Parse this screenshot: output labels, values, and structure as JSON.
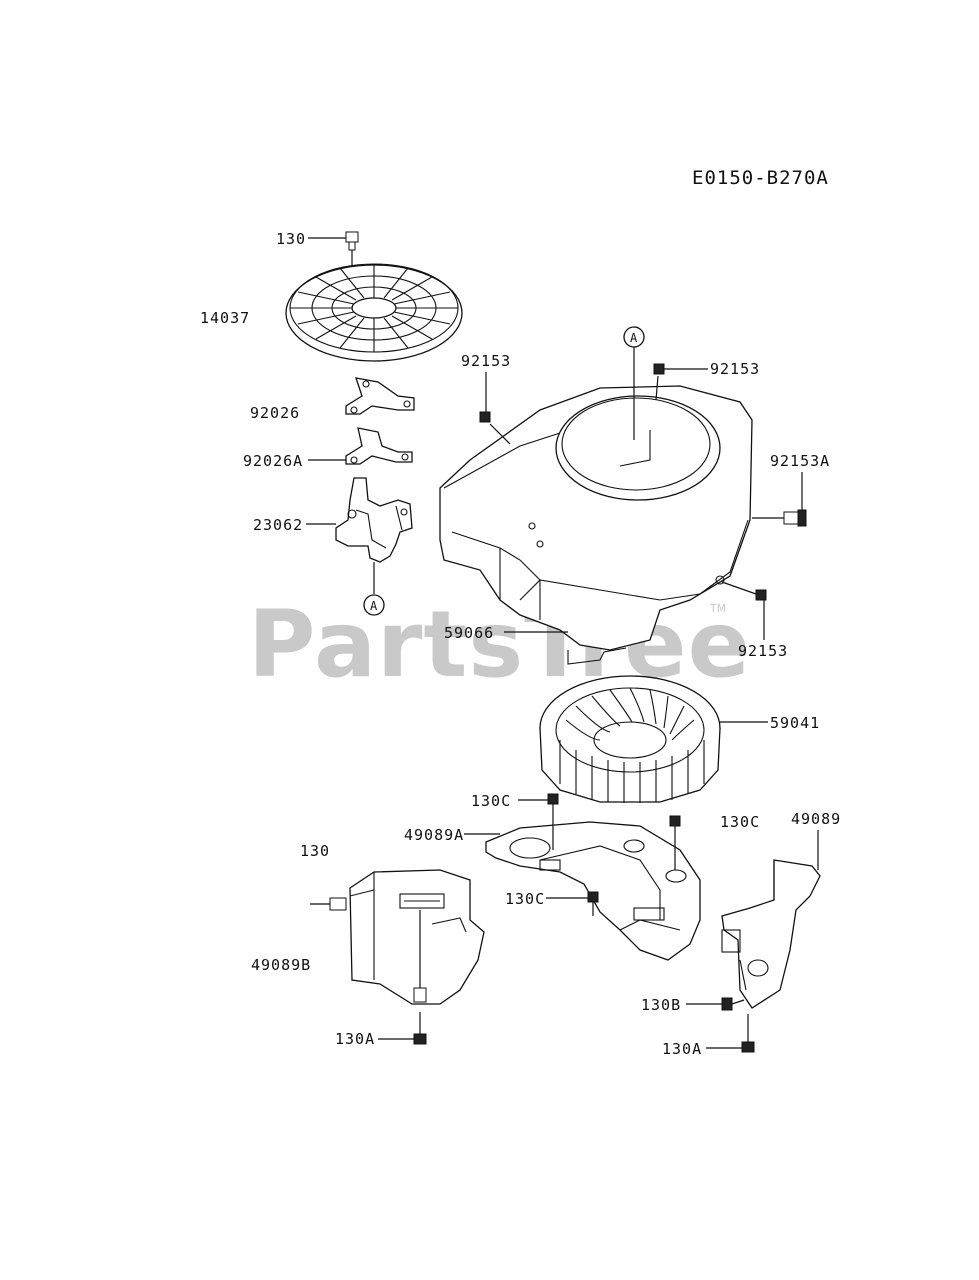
{
  "diagram_code": "E0150-B270A",
  "watermark": "PartsTree",
  "watermark_tm": "TM",
  "reference_marker": "A",
  "parts": {
    "p130_top": "130",
    "p14037": "14037",
    "p92026": "92026",
    "p92026A": "92026A",
    "p23062": "23062",
    "p92153_left": "92153",
    "p92153_top": "92153",
    "p92153A": "92153A",
    "p92153_right": "92153",
    "p59066": "59066",
    "p59041": "59041",
    "p130C_top": "130C",
    "p49089A": "49089A",
    "p130C_right": "130C",
    "p49089": "49089",
    "p130_left": "130",
    "p130C_mid": "130C",
    "p49089B": "49089B",
    "p130B": "130B",
    "p130A_left": "130A",
    "p130A_right": "130A"
  }
}
